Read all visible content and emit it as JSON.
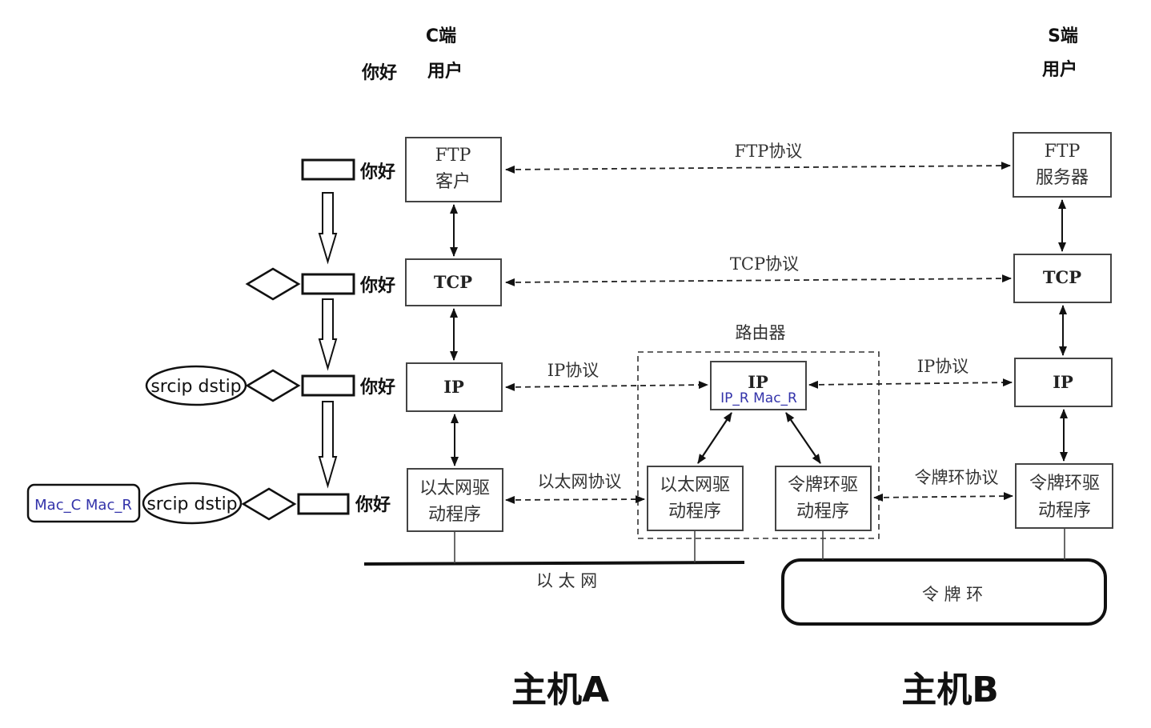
{
  "header": {
    "c_end": "C端",
    "s_end": "S端",
    "nihao": "你好",
    "user_c": "用户",
    "user_s": "用户"
  },
  "host_a": {
    "ftp_l1": "FTP",
    "ftp_l2": "客户",
    "tcp": "TCP",
    "ip": "IP",
    "eth_l1": "以太网驱",
    "eth_l2": "动程序",
    "label": "主机A"
  },
  "host_b": {
    "ftp_l1": "FTP",
    "ftp_l2": "服务器",
    "tcp": "TCP",
    "ip": "IP",
    "tr_l1": "令牌环驱",
    "tr_l2": "动程序",
    "label": "主机B"
  },
  "router": {
    "title": "路由器",
    "ip": "IP",
    "ip_sub": "IP_R  Mac_R",
    "eth_l1": "以太网驱",
    "eth_l2": "动程序",
    "tr_l1": "令牌环驱",
    "tr_l2": "动程序"
  },
  "protocols": {
    "ftp": "FTP协议",
    "tcp": "TCP协议",
    "ip_left": "IP协议",
    "ip_right": "IP协议",
    "eth": "以太网协议",
    "tr": "令牌环协议"
  },
  "networks": {
    "ethernet": "以 太 网",
    "token_ring": "令   牌   环"
  },
  "packets": {
    "payload": "你好",
    "ip_header": "srcip dstip",
    "mac_header": "Mac_C Mac_R"
  }
}
